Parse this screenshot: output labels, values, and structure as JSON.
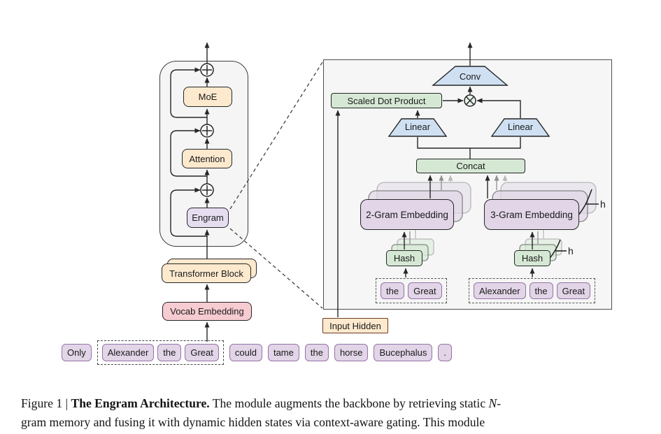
{
  "colors": {
    "peach_fill": "#FDE9CE",
    "pink_fill": "#F6CBD1",
    "purple_fill": "#E1D5E7",
    "purple_border": "#9673A6",
    "green_fill": "#D5E8D4",
    "blue_fill": "#CFE0F3",
    "panel_fill": "#F5F5F5",
    "input_hidden_border": "#703820",
    "line_color": "#262626"
  },
  "backbone": {
    "moe": "MoE",
    "attention": "Attention",
    "engram": "Engram",
    "transformer_block": "Transformer Block",
    "vocab_embedding": "Vocab Embedding"
  },
  "module": {
    "conv": "Conv",
    "scaled_dot_product": "Scaled Dot Product",
    "linear_left": "Linear",
    "linear_right": "Linear",
    "concat": "Concat",
    "embedding_2gram": "2-Gram Embedding",
    "embedding_3gram": "3-Gram Embedding",
    "hash_left": "Hash",
    "hash_right": "Hash",
    "heads_left": "h",
    "heads_right": "h",
    "input_hidden": "Input Hidden",
    "bigram_tokens": [
      "the",
      "Great"
    ],
    "trigram_tokens": [
      "Alexander",
      "the",
      "Great"
    ]
  },
  "sentence": {
    "before": [
      "Only"
    ],
    "highlighted": [
      "Alexander",
      "the",
      "Great"
    ],
    "after": [
      "could",
      "tame",
      "the",
      "horse",
      "Bucephalus",
      "."
    ]
  },
  "caption": {
    "figure_label": "Figure 1 | ",
    "title_bold": "The Engram Architecture.",
    "line1_rest": " The module augments the backbone by retrieving static ",
    "line1_italic": "N",
    "line1_tail": "-",
    "line2": "gram memory and fusing it with dynamic hidden states via context-aware gating. This module"
  }
}
